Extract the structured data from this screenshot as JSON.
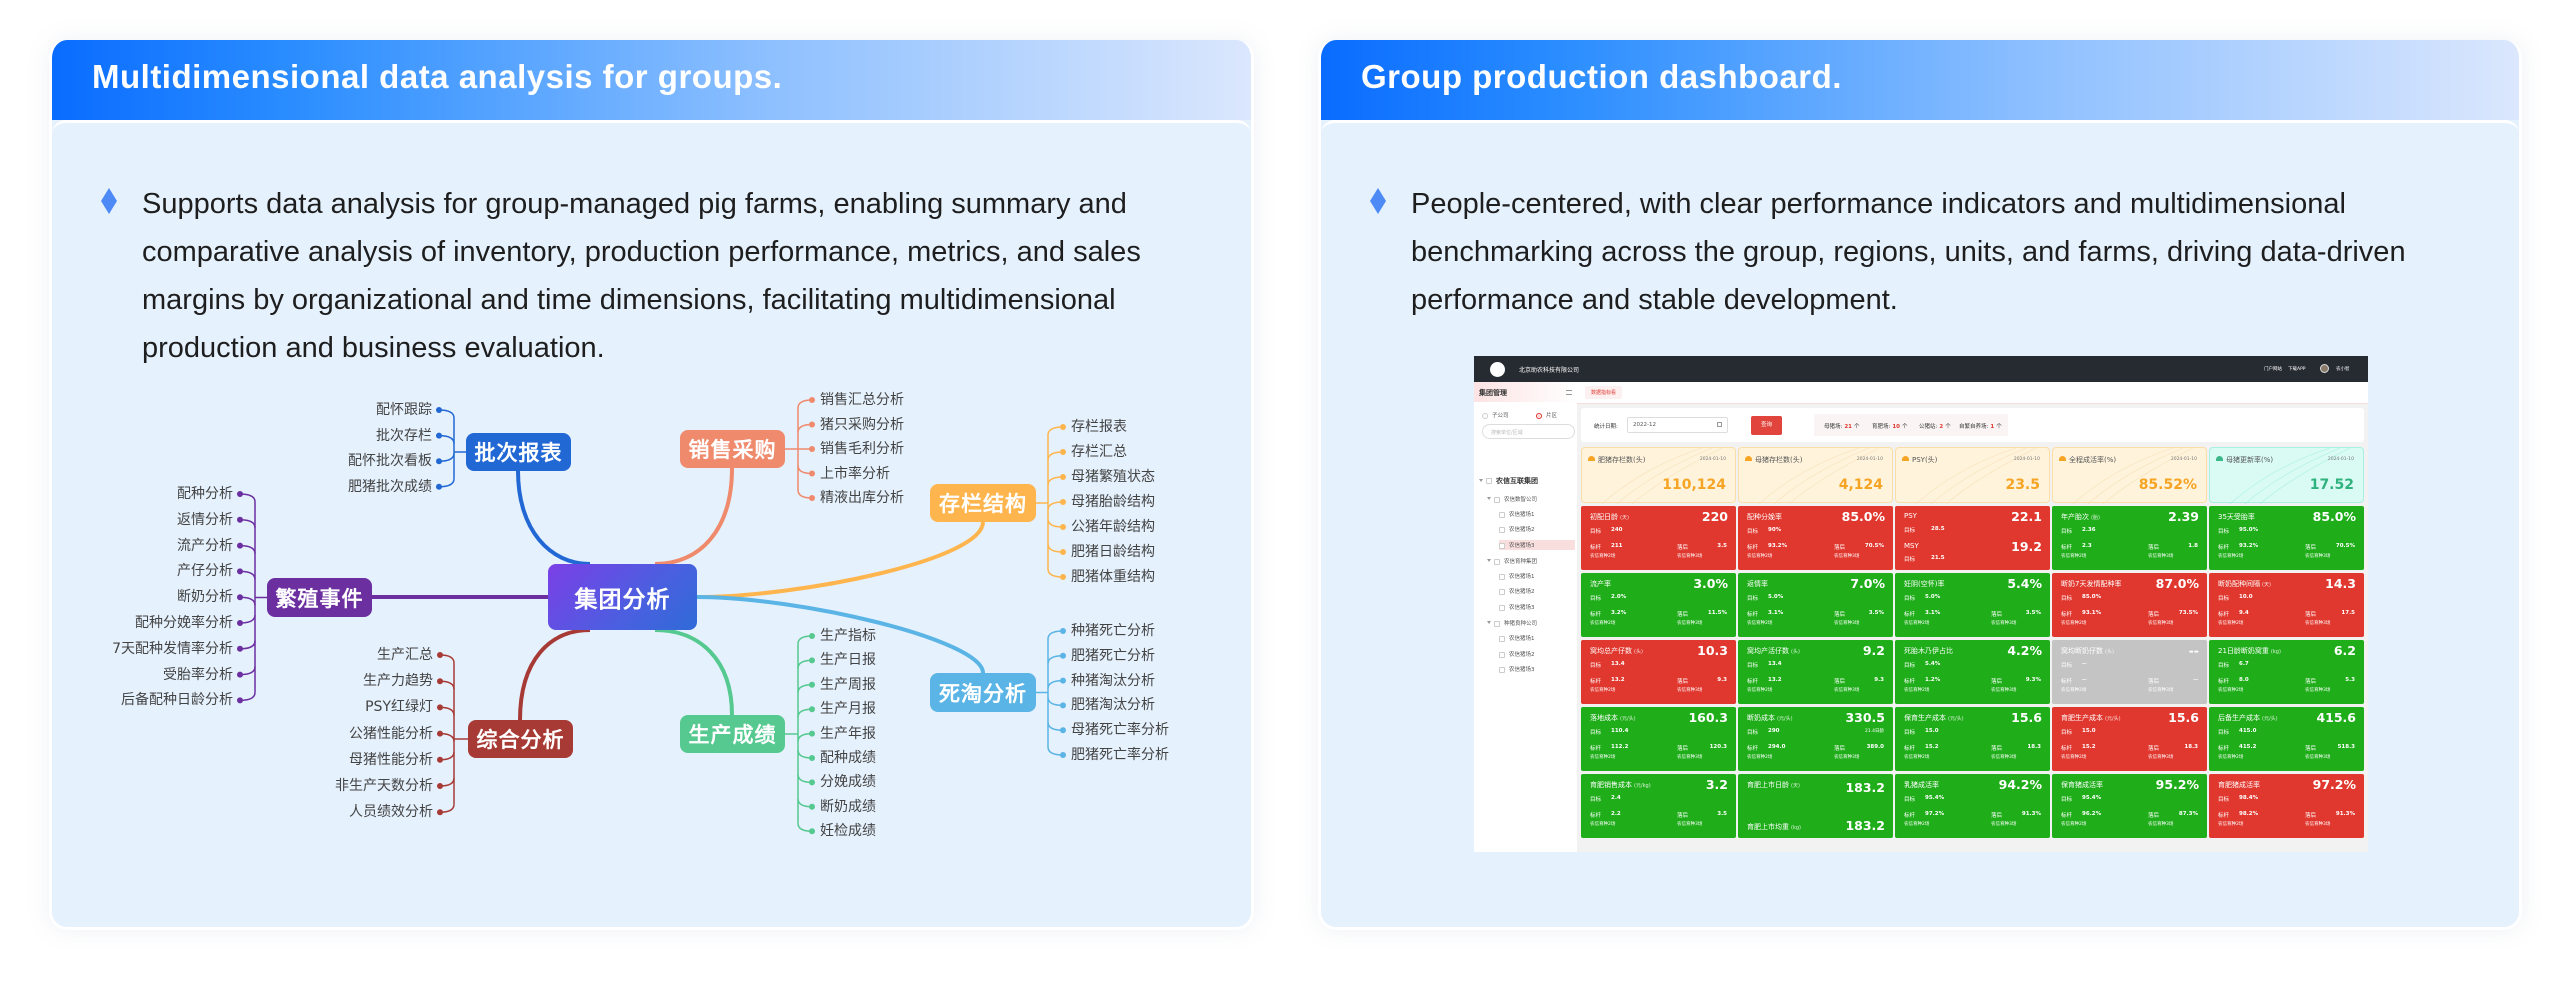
{
  "left_panel": {
    "title": "Multidimensional data analysis for groups.",
    "description": "Supports data analysis for group-managed pig farms, enabling summary and comparative analysis of inventory, production performance, metrics, and sales margins by organizational and time dimensions, facilitating multidimensional production and business evaluation.",
    "mindmap": {
      "center": "集团分析",
      "branches": {
        "batch": {
          "label": "批次报表",
          "color": "#2268d4",
          "leaves": [
            "配怀跟踪",
            "批次存栏",
            "配怀批次看板",
            "肥猪批次成绩"
          ]
        },
        "breed": {
          "label": "繁殖事件",
          "color": "#6c2fa0",
          "leaves": [
            "配种分析",
            "返情分析",
            "流产分析",
            "产仔分析",
            "断奶分析",
            "配种分娩率分析",
            "7天配种发情率分析",
            "受胎率分析",
            "后备配种日龄分析"
          ]
        },
        "comp": {
          "label": "综合分析",
          "color": "#a83a36",
          "leaves": [
            "生产汇总",
            "生产力趋势",
            "PSY红绿灯",
            "公猪性能分析",
            "母猪性能分析",
            "非生产天数分析",
            "人员绩效分析"
          ]
        },
        "sales": {
          "label": "销售采购",
          "color": "#ef8a6c",
          "leaves": [
            "销售汇总分析",
            "猪只采购分析",
            "销售毛利分析",
            "上市率分析",
            "精液出库分析"
          ]
        },
        "stock": {
          "label": "存栏结构",
          "color": "#ffb54d",
          "leaves": [
            "存栏报表",
            "存栏汇总",
            "母猪繁殖状态",
            "母猪胎龄结构",
            "公猪年龄结构",
            "肥猪日龄结构",
            "肥猪体重结构"
          ]
        },
        "prod": {
          "label": "生产成绩",
          "color": "#55c98f",
          "leaves": [
            "生产指标",
            "生产日报",
            "生产周报",
            "生产月报",
            "生产年报",
            "配种成绩",
            "分娩成绩",
            "断奶成绩",
            "妊检成绩"
          ]
        },
        "death": {
          "label": "死淘分析",
          "color": "#5ab4e5",
          "leaves": [
            "种猪死亡分析",
            "肥猪死亡分析",
            "种猪淘汰分析",
            "肥猪淘汰分析",
            "母猪死亡率分析",
            "肥猪死亡率分析"
          ]
        }
      }
    }
  },
  "right_panel": {
    "title": "Group production dashboard.",
    "description": "People-centered, with clear performance indicators and multidimensional benchmarking across the group, regions, units, and farms, driving data-driven performance and stable development."
  },
  "dashboard": {
    "company": "北京助农科技有限公司",
    "top_links": [
      "门户网站",
      "下载APP"
    ],
    "user": "农小智",
    "sidebar": {
      "title": "集团管理",
      "radios": [
        {
          "label": "子公司",
          "checked": false
        },
        {
          "label": "片区",
          "checked": true
        }
      ],
      "search_placeholder": "搜索单位/区域",
      "tree": [
        {
          "label": "农信互联集团",
          "level": 0,
          "expand": true
        },
        {
          "label": "农信数智公司",
          "level": 1,
          "expand": true
        },
        {
          "label": "农信猪场1",
          "level": 2
        },
        {
          "label": "农信猪场2",
          "level": 2
        },
        {
          "label": "农信猪场3",
          "level": 2,
          "selected": true
        },
        {
          "label": "农信育种集团",
          "level": 1,
          "expand": true
        },
        {
          "label": "农信猪场1",
          "level": 2
        },
        {
          "label": "农信猪场2",
          "level": 2
        },
        {
          "label": "农信猪场3",
          "level": 2
        },
        {
          "label": "种猪良种公司",
          "level": 1,
          "expand": true
        },
        {
          "label": "农信猪场1",
          "level": 2
        },
        {
          "label": "农信猪场2",
          "level": 2
        },
        {
          "label": "农信猪场3",
          "level": 2
        }
      ]
    },
    "tab": "数据指标看",
    "filter": {
      "date_label": "统计日期:",
      "date_value": "2022-12",
      "query_button": "查询"
    },
    "stats": [
      {
        "label": "母猪场:",
        "value": "21",
        "unit": "个"
      },
      {
        "label": "育肥场:",
        "value": "10",
        "unit": "个"
      },
      {
        "label": "公猪站:",
        "value": "2",
        "unit": "个"
      },
      {
        "label": "自繁自养场:",
        "value": "1",
        "unit": "个"
      }
    ],
    "kpis": [
      {
        "title": "肥猪存栏数(头)",
        "date": "2024-01-10",
        "value": "110,124",
        "tone": "orange"
      },
      {
        "title": "母猪存栏数(头)",
        "date": "2024-01-10",
        "value": "4,124",
        "tone": "orange"
      },
      {
        "title": "PSY(头)",
        "date": "2024-01-10",
        "value": "23.5",
        "tone": "orange"
      },
      {
        "title": "全程成活率(%)",
        "date": "2024-01-10",
        "value": "85.52%",
        "tone": "orange"
      },
      {
        "title": "母猪更新率(%)",
        "date": "2024-01-10",
        "value": "17.52",
        "tone": "teal"
      }
    ],
    "labels": {
      "target": "目标",
      "bench": "标杆",
      "lag": "落后",
      "best_farm": "农信育种2场",
      "worst_farm": "农信育种3场"
    },
    "status_colors": {
      "red": "#e0382f",
      "green": "#1fae1a",
      "gray": "#c4c4c4"
    },
    "cards": [
      {
        "title": "初配日龄",
        "unit": "(天)",
        "value": "220",
        "status": "red",
        "target": "240",
        "bench": "211",
        "lag": "3.5"
      },
      {
        "title": "配种分娩率",
        "unit": "",
        "value": "85.0%",
        "status": "red",
        "target": "90%",
        "bench": "93.2%",
        "lag": "70.5%"
      },
      {
        "type": "dual",
        "status": "red",
        "a_title": "PSY",
        "a_value": "22.1",
        "a_target": "28.5",
        "b_title": "MSY",
        "b_value": "19.2",
        "b_target": "21.5"
      },
      {
        "title": "年产胎次",
        "unit": "(胎)",
        "value": "2.39",
        "status": "green",
        "target": "2.36",
        "bench": "2.3",
        "lag": "1.8"
      },
      {
        "title": "35天受胎率",
        "unit": "",
        "value": "85.0%",
        "status": "green",
        "target": "95.0%",
        "bench": "93.2%",
        "lag": "70.5%"
      },
      {
        "title": "流产率",
        "unit": "",
        "value": "3.0%",
        "status": "green",
        "target": "2.0%",
        "bench": "3.2%",
        "lag": "11.5%"
      },
      {
        "title": "返情率",
        "unit": "",
        "value": "7.0%",
        "status": "green",
        "target": "5.0%",
        "bench": "3.1%",
        "lag": "3.5%"
      },
      {
        "title": "妊阴(空怀)率",
        "unit": "",
        "value": "5.4%",
        "status": "green",
        "target": "5.0%",
        "bench": "3.1%",
        "lag": "3.5%"
      },
      {
        "title": "断奶7天发情配种率",
        "unit": "",
        "value": "87.0%",
        "status": "red",
        "target": "85.0%",
        "bench": "93.1%",
        "lag": "73.5%"
      },
      {
        "title": "断奶配种间隔",
        "unit": "(天)",
        "value": "14.3",
        "status": "red",
        "target": "10.0",
        "bench": "9.4",
        "lag": "17.5"
      },
      {
        "title": "窝均总产仔数",
        "unit": "(头)",
        "value": "10.3",
        "status": "red",
        "target": "13.4",
        "bench": "13.2",
        "lag": "9.3"
      },
      {
        "title": "窝均产活仔数",
        "unit": "(头)",
        "value": "9.2",
        "status": "green",
        "target": "13.4",
        "bench": "13.2",
        "lag": "9.3"
      },
      {
        "title": "死胎木乃伊占比",
        "unit": "",
        "value": "4.2%",
        "status": "green",
        "target": "5.4%",
        "bench": "1.2%",
        "lag": "9.3%"
      },
      {
        "title": "窝均断奶仔数",
        "unit": "(头)",
        "value": "--",
        "status": "gray",
        "target": "--",
        "bench": "--",
        "lag": "--"
      },
      {
        "title": "21日龄断奶窝重",
        "unit": "(kg)",
        "value": "6.2",
        "status": "green",
        "target": "6.7",
        "bench": "8.0",
        "lag": "5.3"
      },
      {
        "title": "落地成本",
        "unit": "(元/头)",
        "value": "160.3",
        "status": "green",
        "target": "110.4",
        "bench": "112.2",
        "lag": "120.3"
      },
      {
        "title": "断奶成本",
        "unit": "(元/头)",
        "value": "330.5",
        "status": "green",
        "target": "290",
        "note": "21.4日龄",
        "bench": "294.0",
        "lag": "389.0"
      },
      {
        "title": "保育生产成本",
        "unit": "(元/头)",
        "value": "15.6",
        "status": "green",
        "target": "15.0",
        "bench": "15.2",
        "lag": "18.3"
      },
      {
        "title": "育肥生产成本",
        "unit": "(元/头)",
        "value": "15.6",
        "status": "red",
        "target": "15.0",
        "bench": "15.2",
        "lag": "18.3"
      },
      {
        "title": "后备生产成本",
        "unit": "(元/头)",
        "value": "415.6",
        "status": "green",
        "target": "415.0",
        "bench": "415.2",
        "lag": "518.3"
      },
      {
        "title": "育肥销售成本",
        "unit": "(元/kg)",
        "value": "3.2",
        "status": "green",
        "target": "2.4",
        "bench": "2.2",
        "lag": "3.5"
      },
      {
        "type": "dual2",
        "status": "green",
        "a_title": "育肥上市日龄",
        "a_unit": "(天)",
        "a_value": "183.2",
        "b_title": "育肥上市均重",
        "b_unit": "(kg)",
        "b_value": "183.2"
      },
      {
        "title": "乳猪成活率",
        "unit": "",
        "value": "94.2%",
        "status": "green",
        "target": "95.4%",
        "bench": "97.2%",
        "lag": "91.3%"
      },
      {
        "title": "保育猪成活率",
        "unit": "",
        "value": "95.2%",
        "status": "green",
        "target": "95.4%",
        "bench": "96.2%",
        "lag": "87.3%"
      },
      {
        "title": "育肥猪成活率",
        "unit": "",
        "value": "97.2%",
        "status": "red",
        "target": "98.4%",
        "bench": "98.2%",
        "lag": "91.3%"
      }
    ]
  }
}
